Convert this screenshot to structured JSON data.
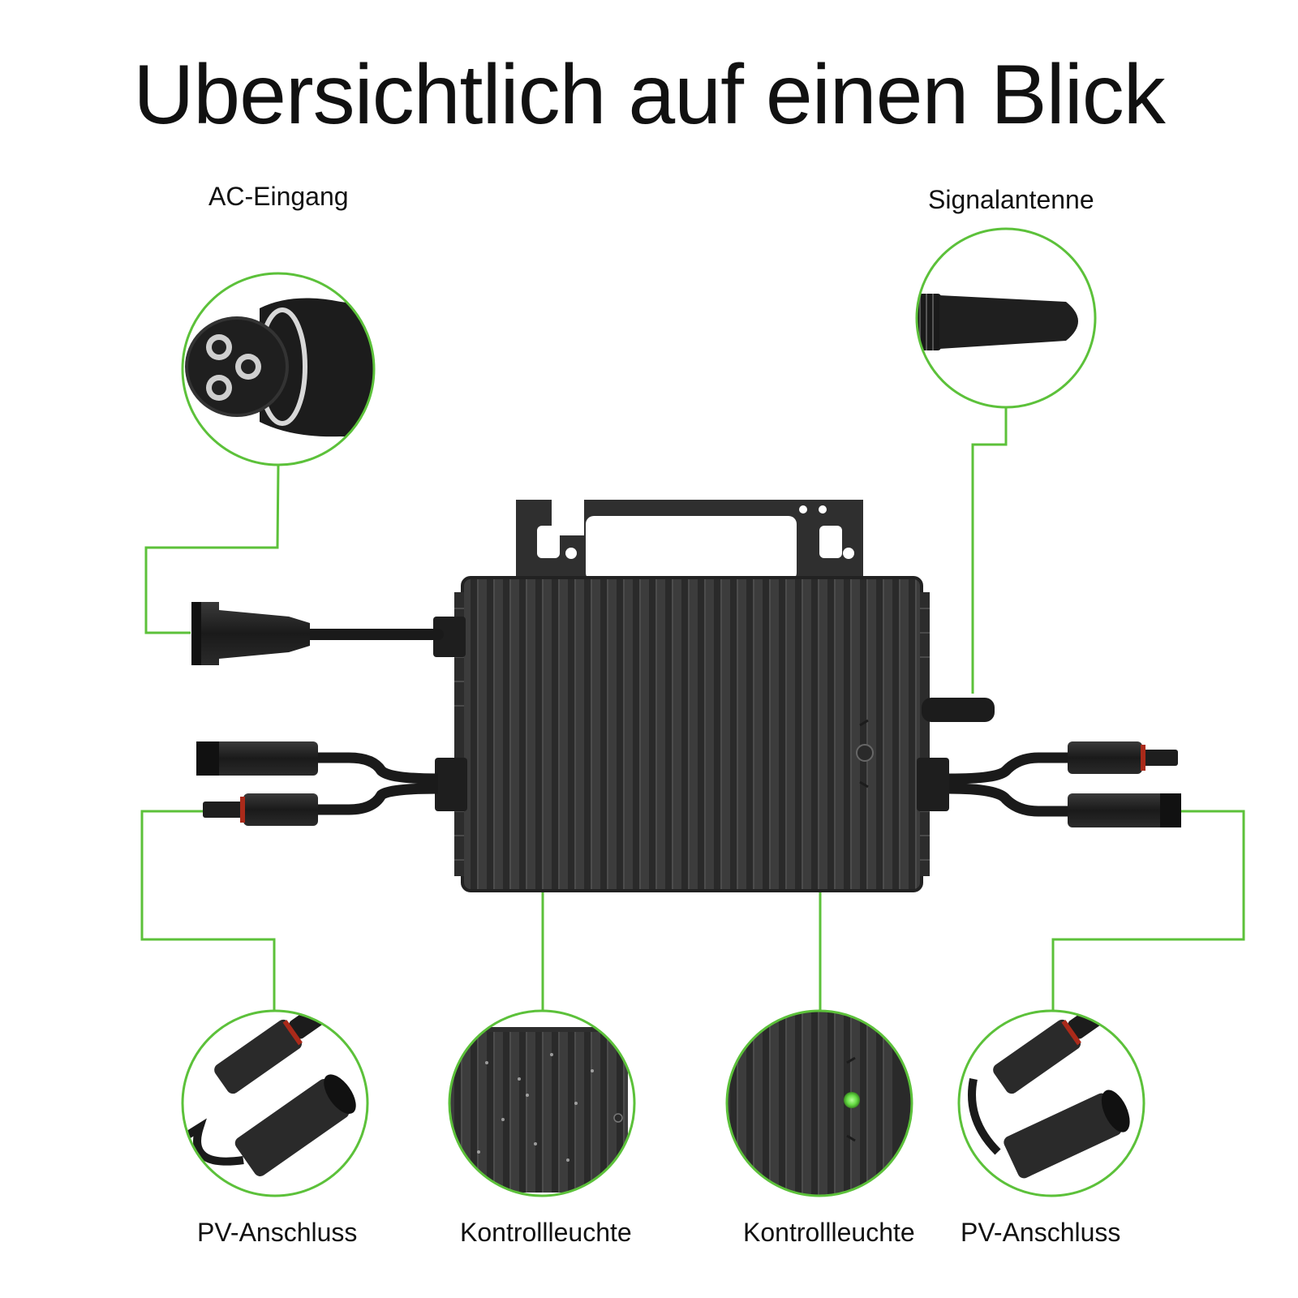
{
  "title": "Ubersichtlich auf einen Blick",
  "labels": {
    "ac_input": "AC-Eingang",
    "antenna": "Signalantenne",
    "pv_left": "PV-Anschluss",
    "led_left": "Kontrollleuchte",
    "led_right": "Kontrollleuchte",
    "pv_right": "PV-Anschluss"
  },
  "colors": {
    "accent_green": "#5cc13a",
    "device_body": "#3a3a3a",
    "device_fin": "#2a2a2a",
    "connector": "#1b1b1b",
    "led": "#66dd44"
  },
  "icons": {
    "ac_connector": "ac-connector-icon",
    "antenna": "antenna-icon",
    "pv_connector": "pv-connector-icon",
    "indicator_light": "indicator-light-icon",
    "inverter": "microinverter-icon"
  }
}
